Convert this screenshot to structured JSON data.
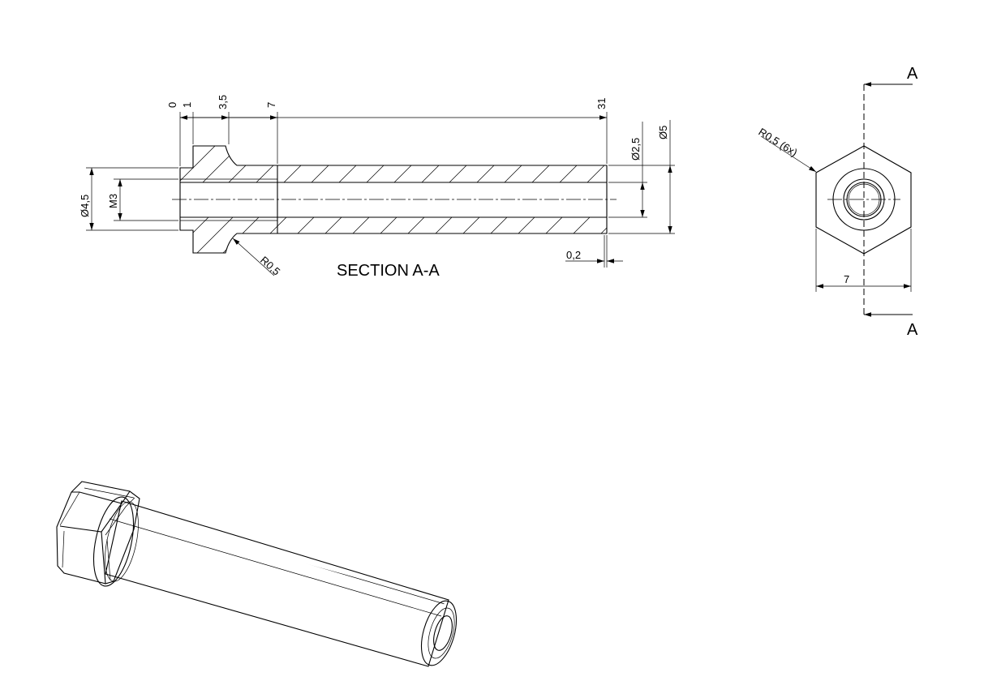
{
  "section_title": "SECTION A-A",
  "section_marker": "A",
  "dimensions": {
    "axial": [
      "0",
      "1",
      "3,5",
      "7",
      "31"
    ],
    "dia_outer_body": "Ø5",
    "dia_bore": "Ø2,5",
    "dia_head": "Ø4,5",
    "thread": "M3",
    "fillet": "R0,5",
    "chamfer_gap": "0,2",
    "hex_radius": "R0,5 (6x)",
    "hex_width": "7"
  }
}
